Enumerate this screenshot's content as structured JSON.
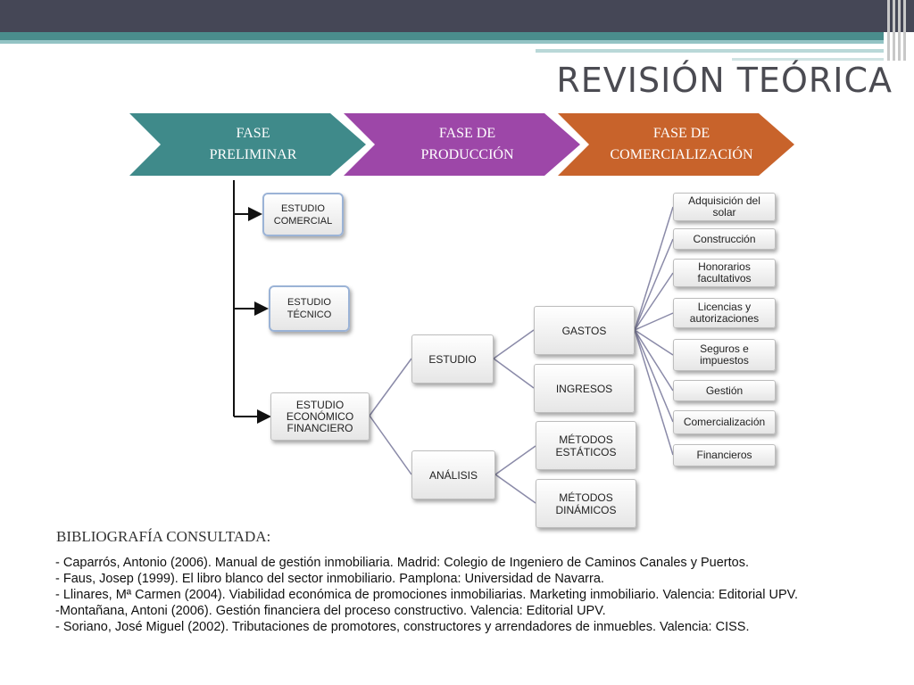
{
  "slide": {
    "title": "REVISIÓN TEÓRICA"
  },
  "phases": [
    {
      "label": "FASE\nPRELIMINAR",
      "color": "#3f8a8a"
    },
    {
      "label": "FASE DE\nPRODUCCIÓN",
      "color": "#9d47a8"
    },
    {
      "label": "FASE DE\nCOMERCIALIZACIÓN",
      "color": "#c8632b"
    }
  ],
  "studies": {
    "comercial": "ESTUDIO\nCOMERCIAL",
    "tecnico": "ESTUDIO\nTÉCNICO",
    "economico": "ESTUDIO\nECONÓMICO\nFINANCIERO"
  },
  "nodes": {
    "estudio": "ESTUDIO",
    "analisis": "ANÁLISIS",
    "gastos": "GASTOS",
    "ingresos": "INGRESOS",
    "metodos_estaticos": "MÉTODOS\nESTÁTICOS",
    "metodos_dinamicos": "MÉTODOS\nDINÁMICOS"
  },
  "expenses": [
    "Adquisición del\nsolar",
    "Construcción",
    "Honorarios\nfacultativos",
    "Licencias y\nautorizaciones",
    "Seguros e\nimpuestos",
    "Gestión",
    "Comercialización",
    "Financieros"
  ],
  "bibliography": {
    "heading": "BIBLIOGRAFÍA CONSULTADA:",
    "entries": [
      "- Caparrós, Antonio (2006). Manual de gestión inmobiliaria. Madrid: Colegio de Ingeniero de Caminos Canales y Puertos.",
      "- Faus, Josep (1999). El libro blanco del sector inmobiliario. Pamplona: Universidad de Navarra.",
      "- Llinares, Mª Carmen (2004). Viabilidad económica de promociones inmobiliarias. Marketing inmobiliario. Valencia: Editorial UPV.",
      "-Montañana, Antoni (2006). Gestión financiera del proceso constructivo. Valencia: Editorial UPV.",
      "- Soriano, José Miguel (2002). Tributaciones de promotores, constructores y arrendadores de inmuebles. Valencia: CISS."
    ]
  }
}
